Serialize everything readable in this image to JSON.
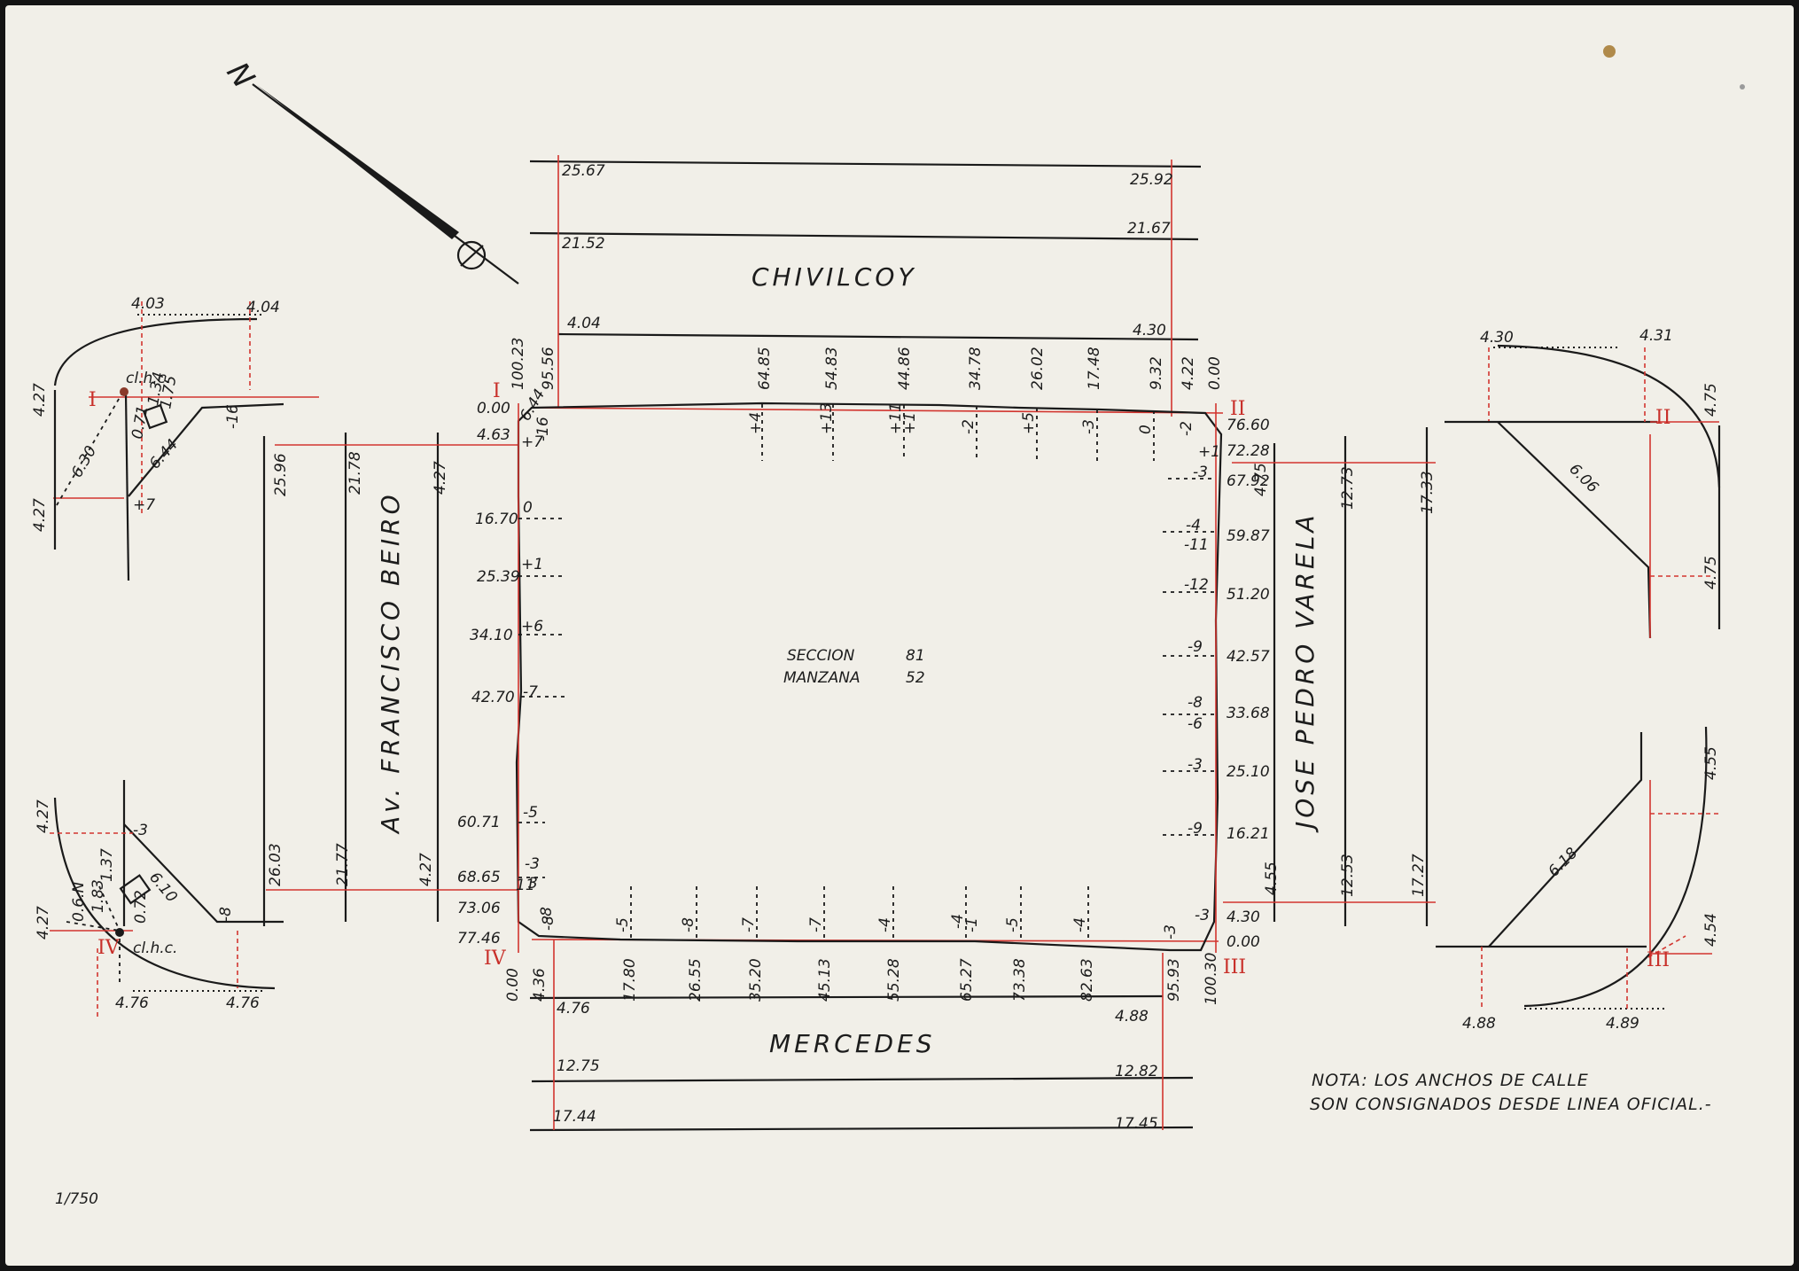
{
  "north_mark": "N",
  "scale": "1/750",
  "block": {
    "section_label": "SECCION",
    "section_value": "81",
    "block_label": "MANZANA",
    "block_value": "52"
  },
  "streets": {
    "north": "CHIVILCOY",
    "south": "MERCEDES",
    "west": "Av. FRANCISCO BEIRO",
    "east": "JOSE PEDRO VARELA"
  },
  "note": {
    "line1": "NOTA:  LOS ANCHOS DE CALLE",
    "line2": "SON CONSIGNADOS DESDE LINEA OFICIAL.-"
  },
  "corners": [
    "I",
    "II",
    "III",
    "IV"
  ],
  "north_street_widths": {
    "left": [
      "25.67",
      "21.52",
      "4.04"
    ],
    "right": [
      "25.92",
      "21.67",
      "4.30"
    ]
  },
  "south_street_widths": {
    "left": [
      "4.76",
      "12.75",
      "17.44"
    ],
    "right": [
      "4.88",
      "12.82",
      "17.45"
    ]
  },
  "west_street_widths": {
    "top": [
      "25.96",
      "21.78",
      "4.27"
    ],
    "bottom": [
      "26.03",
      "21.77",
      "4.27"
    ]
  },
  "east_street_widths": {
    "top": [
      "4.75",
      "12.73",
      "17.33"
    ],
    "bottom": [
      "4.55",
      "12.53",
      "17.27"
    ]
  },
  "north_side": {
    "stations": [
      "100.23",
      "95.56",
      "64.85",
      "54.83",
      "44.86",
      "34.78",
      "26.02",
      "17.48",
      "9.32",
      "4.22",
      "0.00"
    ],
    "levels": [
      "-16",
      "+4",
      "+13",
      "+11",
      "+1",
      "-2",
      "+5",
      "-3",
      "0",
      "-2"
    ]
  },
  "west_side": {
    "stations": [
      "0.00",
      "4.63",
      "16.70",
      "25.39",
      "34.10",
      "42.70",
      "60.71",
      "68.65",
      "73.06",
      "77.46"
    ],
    "levels": [
      "+7",
      "0",
      "+1",
      "+6",
      "-7",
      "-5",
      "-3",
      "-8",
      "3",
      "11"
    ],
    "chamfer": "6.44"
  },
  "east_side": {
    "stations": [
      "76.60",
      "72.28",
      "67.92",
      "59.87",
      "51.20",
      "42.57",
      "33.68",
      "25.10",
      "16.21",
      "4.30",
      "0.00"
    ],
    "levels": [
      "+1",
      "-3",
      "-4",
      "-11",
      "-12",
      "-9",
      "-8",
      "-6",
      "-3",
      "-9",
      "-3"
    ]
  },
  "south_side": {
    "stations": [
      "0.00",
      "4.36",
      "17.80",
      "26.55",
      "35.20",
      "45.13",
      "55.28",
      "65.27",
      "73.38",
      "82.63",
      "95.93",
      "100.30"
    ],
    "levels": [
      "-8",
      "-5",
      "-8",
      "-7",
      "-7",
      "-4",
      "-4",
      "-1",
      "-5",
      "-4",
      "-3"
    ]
  },
  "detail_nw": {
    "labels": [
      "4.03",
      "4.04",
      "4.27",
      "4.27",
      "6.30",
      "6.44",
      "cl.h.c.",
      "-16",
      "+7",
      "1.34",
      "1.75",
      "0.71"
    ]
  },
  "detail_sw": {
    "labels": [
      "4.27",
      "4.27",
      "-3",
      "6.10",
      "-8",
      "1.37",
      "0.72",
      "1.83",
      "0.6.N",
      "cl.h.c.",
      "4.76",
      "4.76"
    ]
  },
  "detail_ne": {
    "labels": [
      "4.30",
      "4.31",
      "6.06",
      "4.75",
      "4.75"
    ]
  },
  "detail_se": {
    "labels": [
      "4.55",
      "6.18",
      "4.54",
      "4.88",
      "4.89"
    ]
  },
  "colors": {
    "paper": "#f1efe8",
    "ink": "#1a1a1a",
    "red_ink": "#d2352f",
    "frame": "#141414"
  }
}
